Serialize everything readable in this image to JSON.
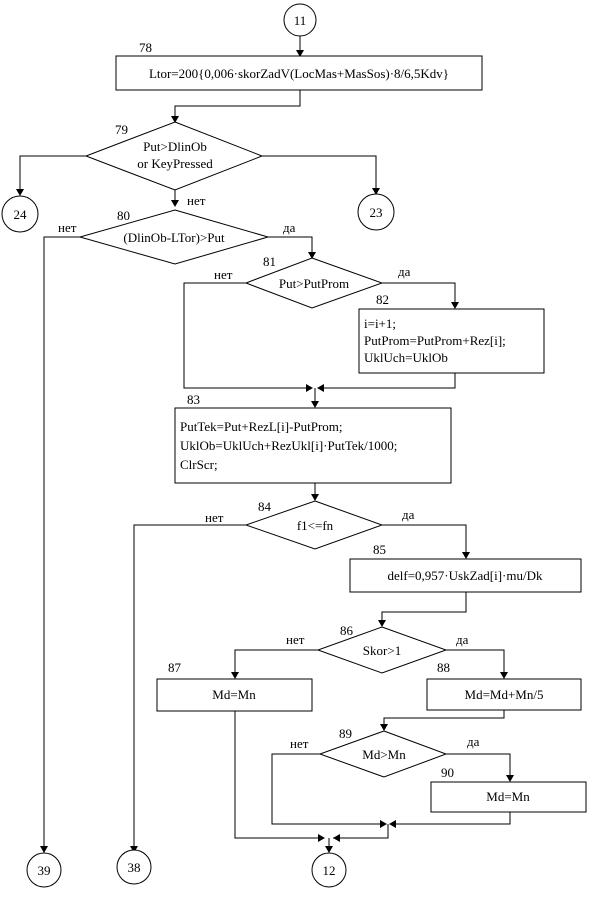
{
  "connectors": {
    "c11": "11",
    "c24": "24",
    "c23": "23",
    "c39": "39",
    "c38": "38",
    "c12": "12"
  },
  "block_numbers": {
    "n78": "78",
    "n79": "79",
    "n80": "80",
    "n81": "81",
    "n82": "82",
    "n83": "83",
    "n84": "84",
    "n85": "85",
    "n86": "86",
    "n87": "87",
    "n88": "88",
    "n89": "89",
    "n90": "90"
  },
  "blocks": {
    "b78": "Ltor=200{0,006·skorZadV(LocMas+MasSos)·8/6,5Kdv}",
    "d79_line1": "Put>DlinOb",
    "d79_line2": "or KeyPressed",
    "d80": "(DlinOb-LTor)>Put",
    "d81": "Put>PutProm",
    "b82_line1": "i=i+1;",
    "b82_line2": "PutProm=PutProm+Rez[i];",
    "b82_line3": "UklUch=UklOb",
    "b83_line1": "PutTek=Put+RezL[i]-PutProm;",
    "b83_line2": "UklOb=UklUch+RezUkl[i]·PutTek/1000;",
    "b83_line3": "ClrScr;",
    "d84": "f1<=fn",
    "b85": "delf=0,957·UskZad[i]·mu/Dk",
    "d86": "Skor>1",
    "b87": "Md=Mn",
    "b88": "Md=Md+Mn/5",
    "d89": "Md>Mn",
    "b90": "Md=Mn"
  },
  "labels": {
    "no": "нет",
    "yes": "да"
  }
}
